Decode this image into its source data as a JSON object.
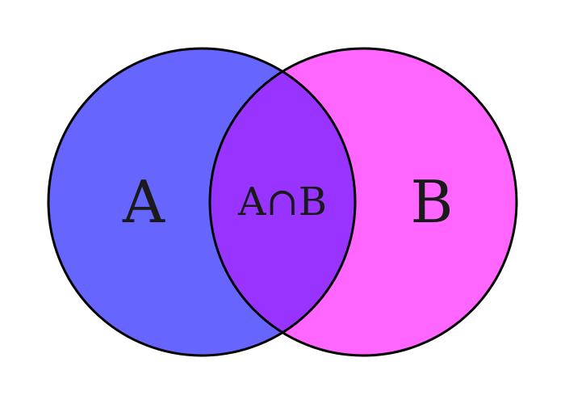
{
  "diagram": {
    "type": "venn",
    "sets": [
      {
        "id": "A",
        "label": "A",
        "color": "#6666ff"
      },
      {
        "id": "B",
        "label": "B",
        "color": "#ff66ff"
      }
    ],
    "intersection": {
      "label": "A∩B",
      "color": "#9933ff"
    }
  }
}
